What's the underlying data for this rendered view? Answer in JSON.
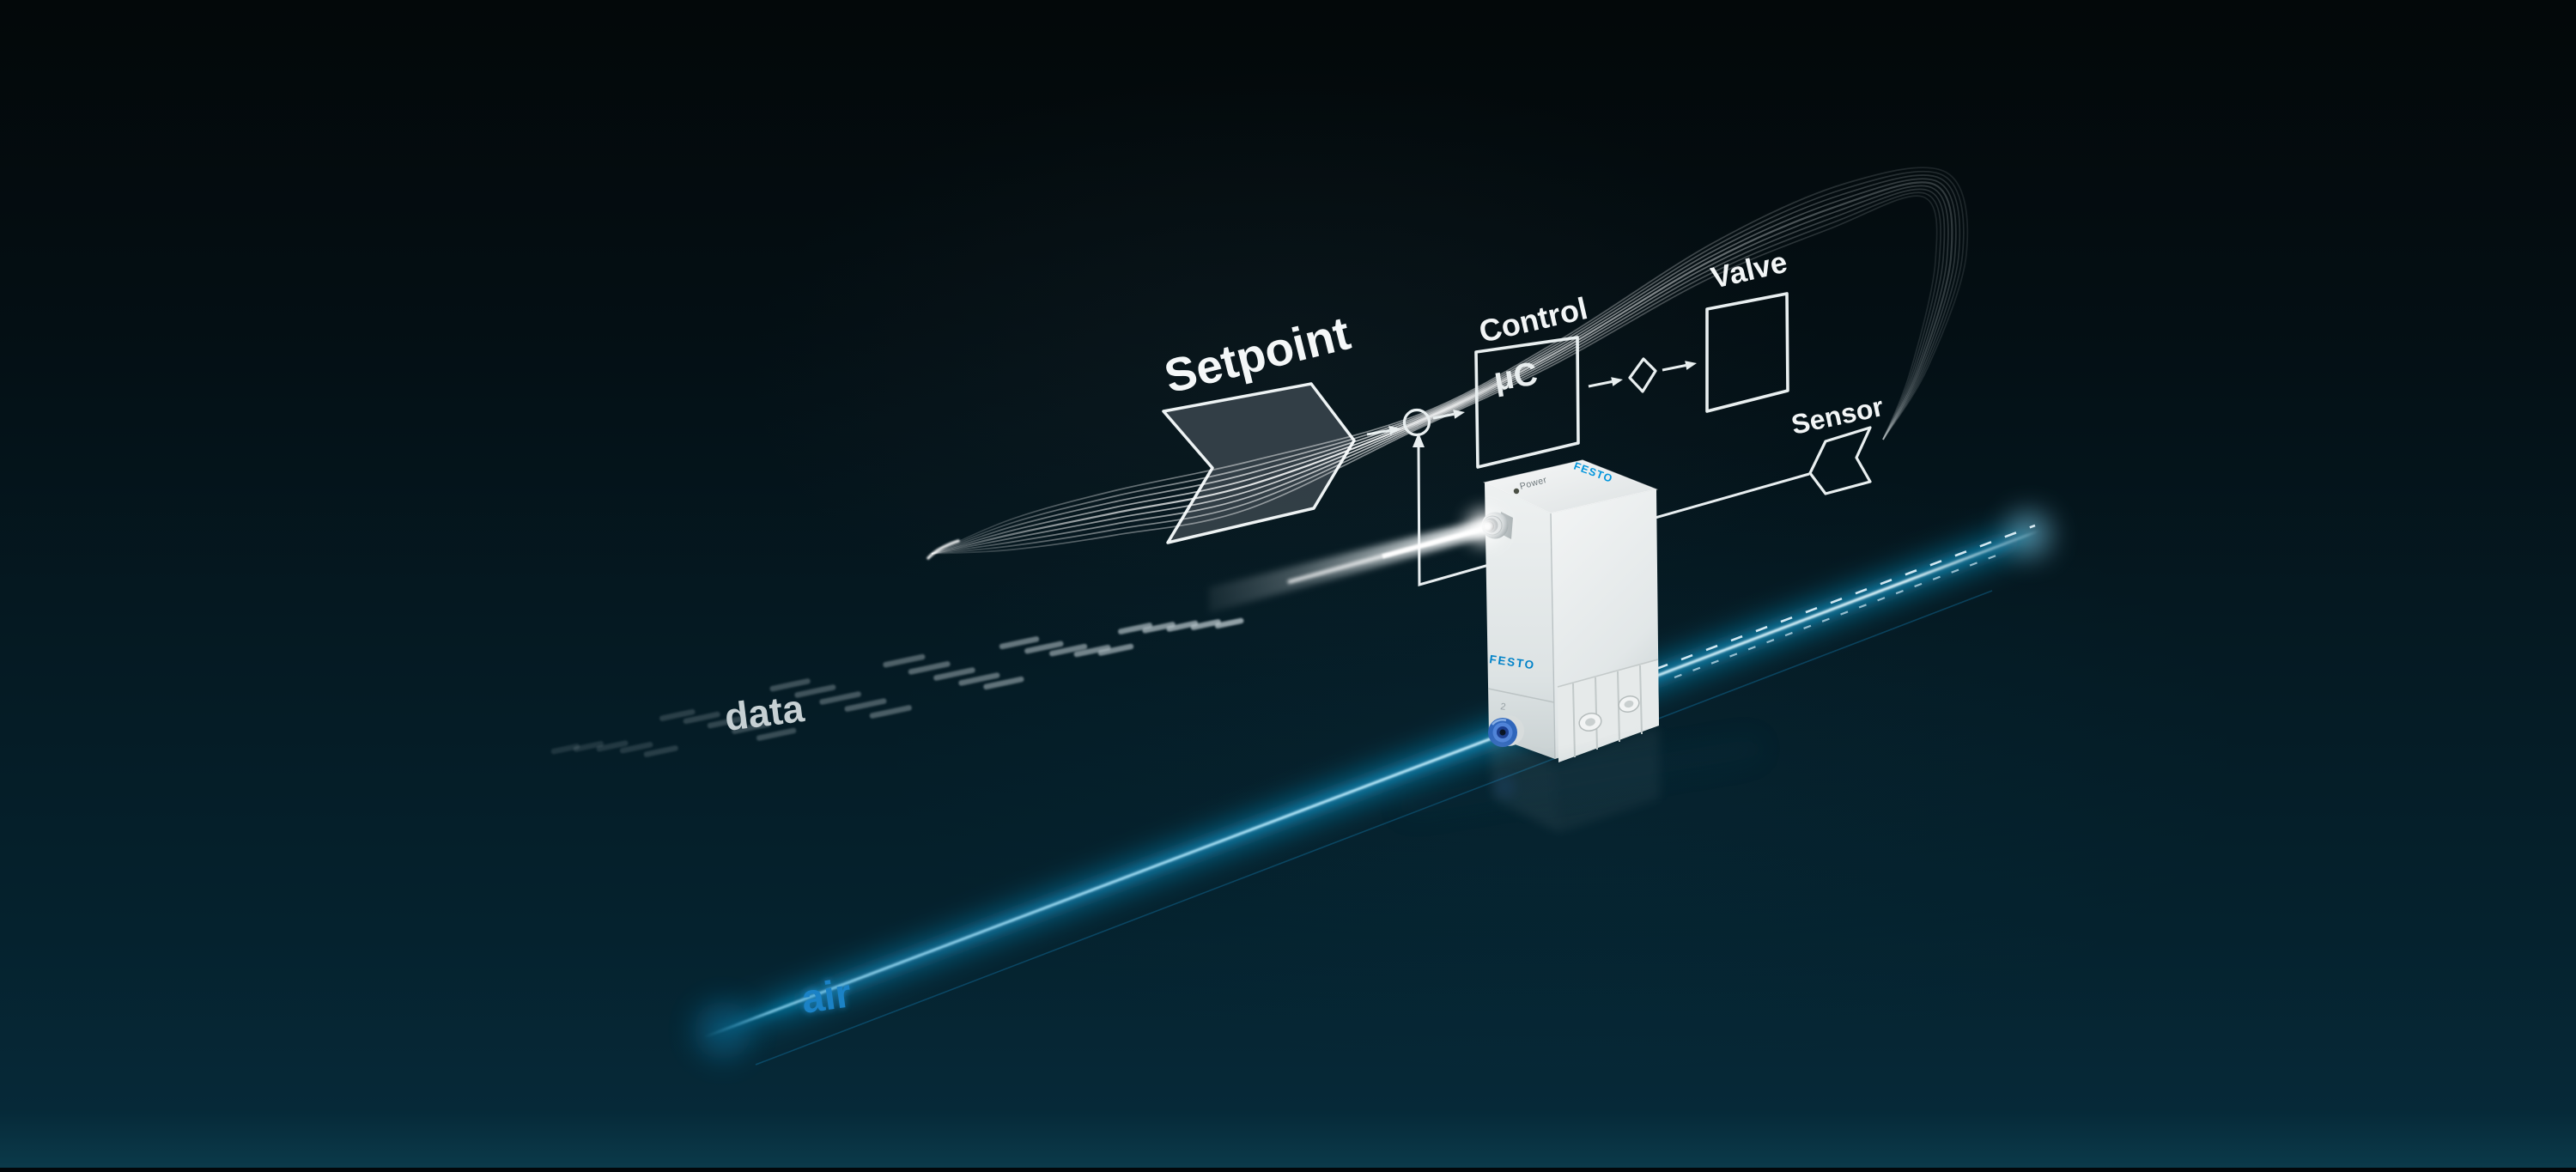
{
  "diagram": {
    "setpoint_label": "Setpoint",
    "control_label": "Control",
    "chip_label": "μC",
    "valve_label": "Valve",
    "sensor_label": "Sensor"
  },
  "streams": {
    "data_label": "data",
    "air_label": "air"
  },
  "device": {
    "brand_top": "FESTO",
    "brand_side": "FESTO",
    "power_label": "Power",
    "port_number": "2"
  },
  "colors": {
    "festo_blue": "#0087cf",
    "accent_blue": "#0094d8",
    "air_glow_blue": "#18b4e8",
    "air_text_blue": "#1b82c6",
    "fitting_blue": "#2f66bb",
    "line_white": "#edf2f3",
    "data_grey": "#c6d0d3",
    "bg_top": "#030809",
    "bg_bottom": "#0b3a4a"
  }
}
